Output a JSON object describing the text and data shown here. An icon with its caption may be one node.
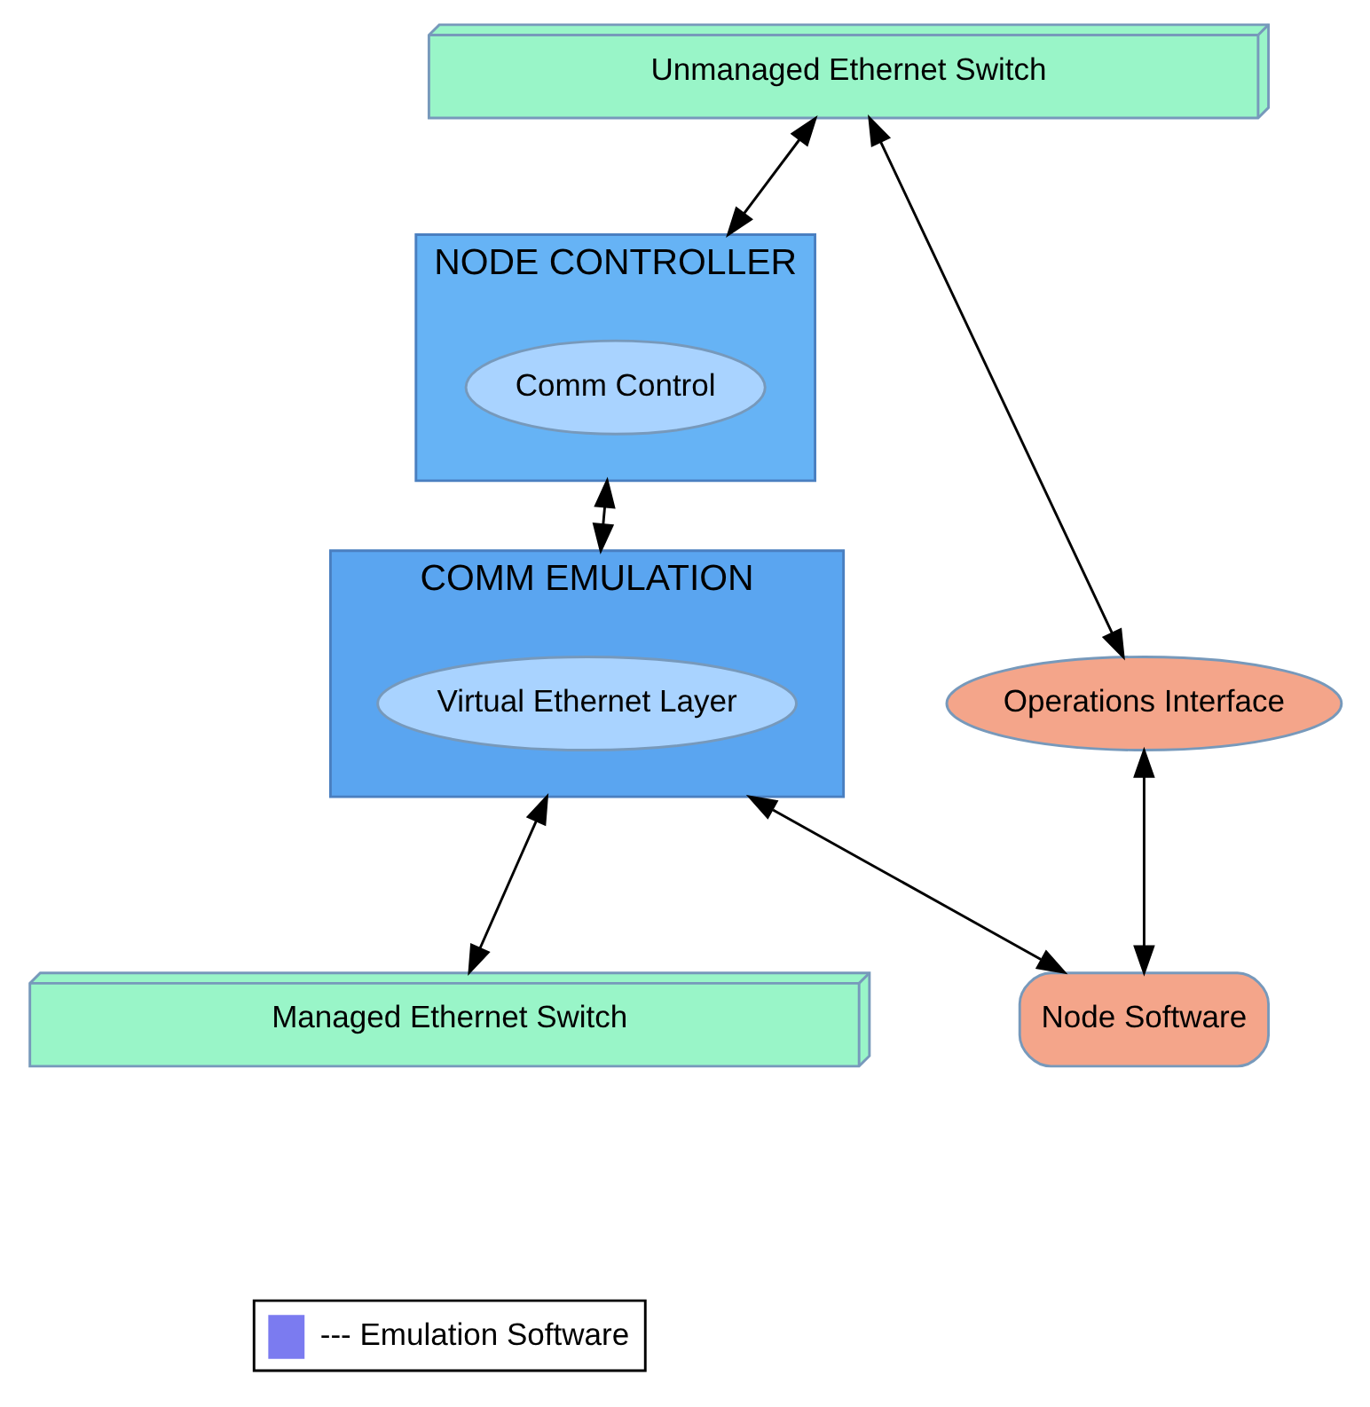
{
  "diagram": {
    "nodes": [
      {
        "text": [
          "Unmanaged Ethernet Switch"
        ]
      },
      {
        "text": [
          "NODE CONTROLLER"
        ]
      },
      {
        "text": [
          "Comm Control"
        ],
        "in": 1
      },
      {
        "text": [
          "Operations Interface"
        ]
      },
      {
        "text": [
          "COMM EMULATION"
        ]
      },
      {
        "text": [
          "Virtual Ethernet Layer"
        ],
        "in": 4
      },
      {
        "text": [
          "Node Software"
        ]
      },
      {
        "text": [
          "Managed Ethernet Switch"
        ]
      }
    ],
    "edges": [
      {
        "from": 0,
        "to": 1,
        "arrow": "both"
      },
      {
        "from": 0,
        "to": 3,
        "arrow": "both"
      },
      {
        "from": 1,
        "to": 4,
        "arrow": "both"
      },
      {
        "from": 3,
        "to": 6,
        "arrow": "both"
      },
      {
        "from": 4,
        "to": 6,
        "arrow": "both"
      },
      {
        "from": 4,
        "to": 7,
        "arrow": "both"
      }
    ],
    "legend": [
      {
        "text": "--- Emulation Software",
        "color": "#7b7bf0"
      }
    ]
  }
}
